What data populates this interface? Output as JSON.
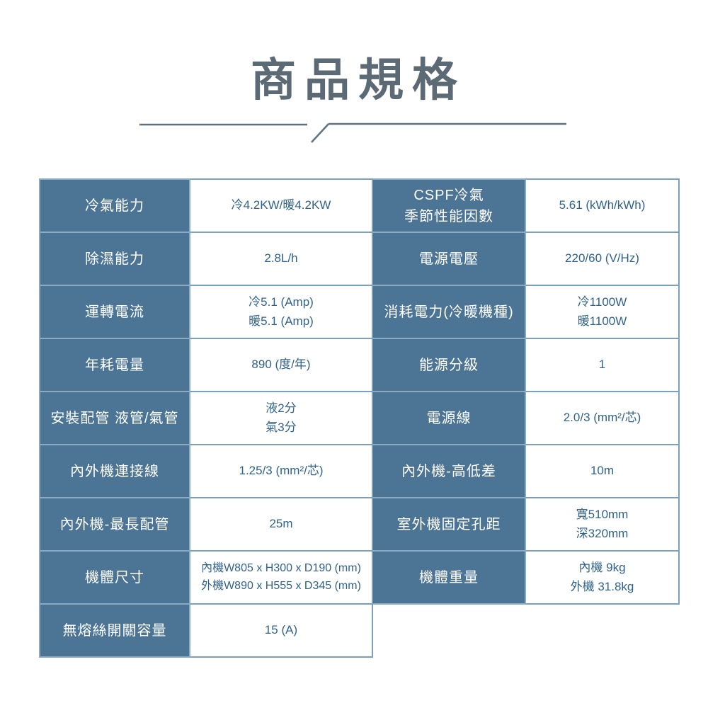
{
  "header": {
    "title": "商品規格"
  },
  "colors": {
    "title_text": "#5b6a74",
    "divider_line": "#5e7382",
    "label_cell_bg": "#4b7495",
    "label_cell_text": "#ffffff",
    "value_cell_text": "#30638c",
    "label_border": "#8aabc3",
    "value_border": "#7ba1bc"
  },
  "spec_table": {
    "left_rows": [
      {
        "label": "冷氣能力",
        "value": "冷4.2KW/暖4.2KW"
      },
      {
        "label": "除濕能力",
        "value": "2.8L/h"
      },
      {
        "label": "運轉電流",
        "value": "冷5.1 (Amp)\n暖5.1 (Amp)"
      },
      {
        "label": "年耗電量",
        "value": "890 (度/年)"
      },
      {
        "label": "安裝配管 液管/氣管",
        "value": "液2分\n氣3分"
      },
      {
        "label": "內外機連接線",
        "value": "1.25/3 (mm²/芯)"
      },
      {
        "label": "內外機-最長配管",
        "value": "25m"
      },
      {
        "label": "機體尺寸",
        "value": "內機W805 x H300 x D190 (mm)\n外機W890 x H555 x D345 (mm)"
      },
      {
        "label": "無熔絲開關容量",
        "value": "15 (A)"
      }
    ],
    "right_rows": [
      {
        "label": "CSPF冷氣\n季節性能因數",
        "value": "5.61 (kWh/kWh)"
      },
      {
        "label": "電源電壓",
        "value": "220/60 (V/Hz)"
      },
      {
        "label": "消耗電力(冷暖機種)",
        "value": "冷1100W\n暖1100W"
      },
      {
        "label": "能源分級",
        "value": "1"
      },
      {
        "label": "電源線",
        "value": "2.0/3 (mm²/芯)"
      },
      {
        "label": "內外機-高低差",
        "value": "10m"
      },
      {
        "label": "室外機固定孔距",
        "value": "寬510mm\n深320mm"
      },
      {
        "label": "機體重量",
        "value": "內機 9kg\n外機 31.8kg"
      }
    ]
  }
}
